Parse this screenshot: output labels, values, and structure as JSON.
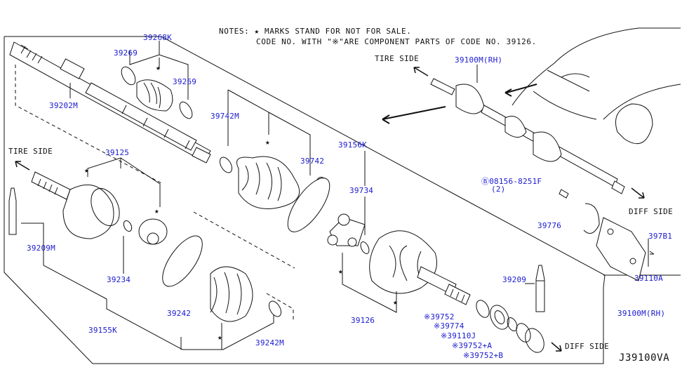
{
  "notes": {
    "line1": "NOTES: ★ MARKS STAND FOR NOT FOR SALE.",
    "line2": "CODE NO. WITH \"※\"ARE COMPONENT PARTS OF CODE NO. 39126."
  },
  "sides": {
    "tire_top": "TIRE SIDE",
    "tire_left": "TIRE SIDE",
    "diff_right": "DIFF SIDE",
    "diff_bottom": "DIFF SIDE"
  },
  "parts": {
    "p39268K": "39268K",
    "p39269_a": "39269",
    "p39269_b": "39269",
    "p39202M": "39202M",
    "p39742M": "39742M",
    "p39742": "39742",
    "p39156K": "39156K",
    "p39734": "39734",
    "p39125": "39125",
    "p39209M": "39209M",
    "p39234": "39234",
    "p39155K": "39155K",
    "p39242": "39242",
    "p39242M": "39242M",
    "p39126": "39126",
    "p39209": "39209",
    "p39100MRH_top": "39100M(RH)",
    "p08156": "Ⓑ08156-8251F",
    "p08156_qty": "(2)",
    "p39776": "39776",
    "p397B1": "397B1",
    "p39110A": "39110A",
    "p39100MRH_side": "39100M(RH)",
    "p39752": "※39752",
    "p39774": "※39774",
    "p39110J": "※39110J",
    "p39752A": "※39752+A",
    "p39752B": "※39752+B"
  },
  "diagram_code": "J39100VA",
  "colors": {
    "label": "#1a1ad0",
    "line": "#111111"
  }
}
